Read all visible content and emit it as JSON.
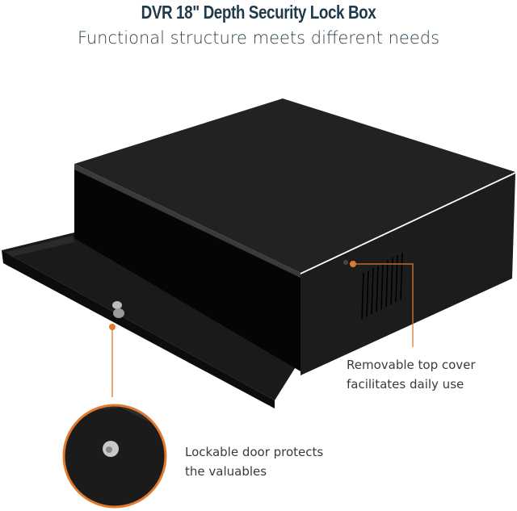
{
  "header": {
    "title": "DVR 18\" Depth Security Lock Box",
    "subtitle": "Functional structure meets different needs"
  },
  "callouts": [
    {
      "line1": "Removable top cover",
      "line2": "facilitates daily use"
    },
    {
      "line1": "Lockable door protects",
      "line2": "the valuables"
    }
  ],
  "colors": {
    "accent": "#e07a2e",
    "title": "#1f3a4b",
    "box": "#111111"
  }
}
